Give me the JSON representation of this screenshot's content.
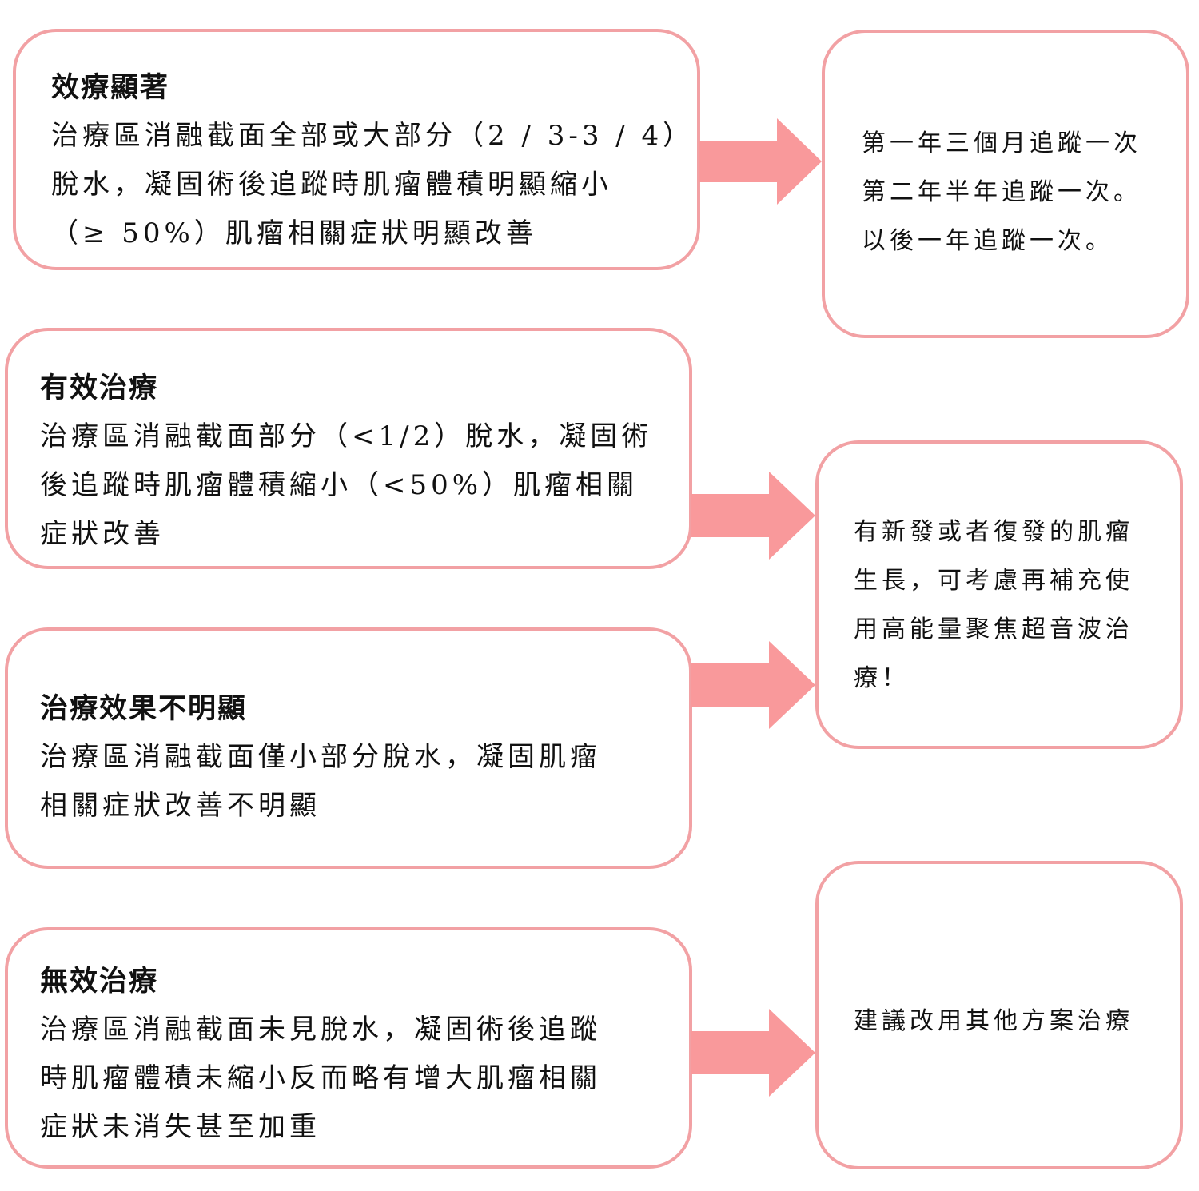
{
  "outcomes": [
    {
      "title": "效療顯著",
      "lines": [
        "治療區消融截面全部或大部分（2 / 3-3 / 4）",
        "脫水，凝固術後追蹤時肌瘤體積明顯縮小",
        "（≥ 50%）肌瘤相關症狀明顯改善"
      ]
    },
    {
      "title": "有效治療",
      "lines": [
        "治療區消融截面部分（<1/2）脫水，凝固術",
        "後追蹤時肌瘤體積縮小（<50%）肌瘤相關",
        "症狀改善"
      ]
    },
    {
      "title": "治療效果不明顯",
      "lines": [
        "治療區消融截面僅小部分脫水，凝固肌瘤",
        "相關症狀改善不明顯"
      ]
    },
    {
      "title": "無效治療",
      "lines": [
        "治療區消融截面未見脫水，凝固術後追蹤",
        "時肌瘤體積未縮小反而略有增大肌瘤相關",
        "症狀未消失甚至加重"
      ]
    }
  ],
  "recommendations": [
    {
      "lines": [
        "第一年三個月追蹤一次",
        "第二年半年追蹤一次。",
        "以後一年追蹤一次。"
      ]
    },
    {
      "lines": [
        "有新發或者復發的肌瘤",
        "生長，可考慮再補充使",
        "用高能量聚焦超音波治",
        "療！"
      ]
    },
    {
      "lines": [
        "建議改用其他方案治療"
      ]
    }
  ],
  "colors": {
    "box_border": "#f2a1a4",
    "arrow_fill": "#f9999b"
  }
}
